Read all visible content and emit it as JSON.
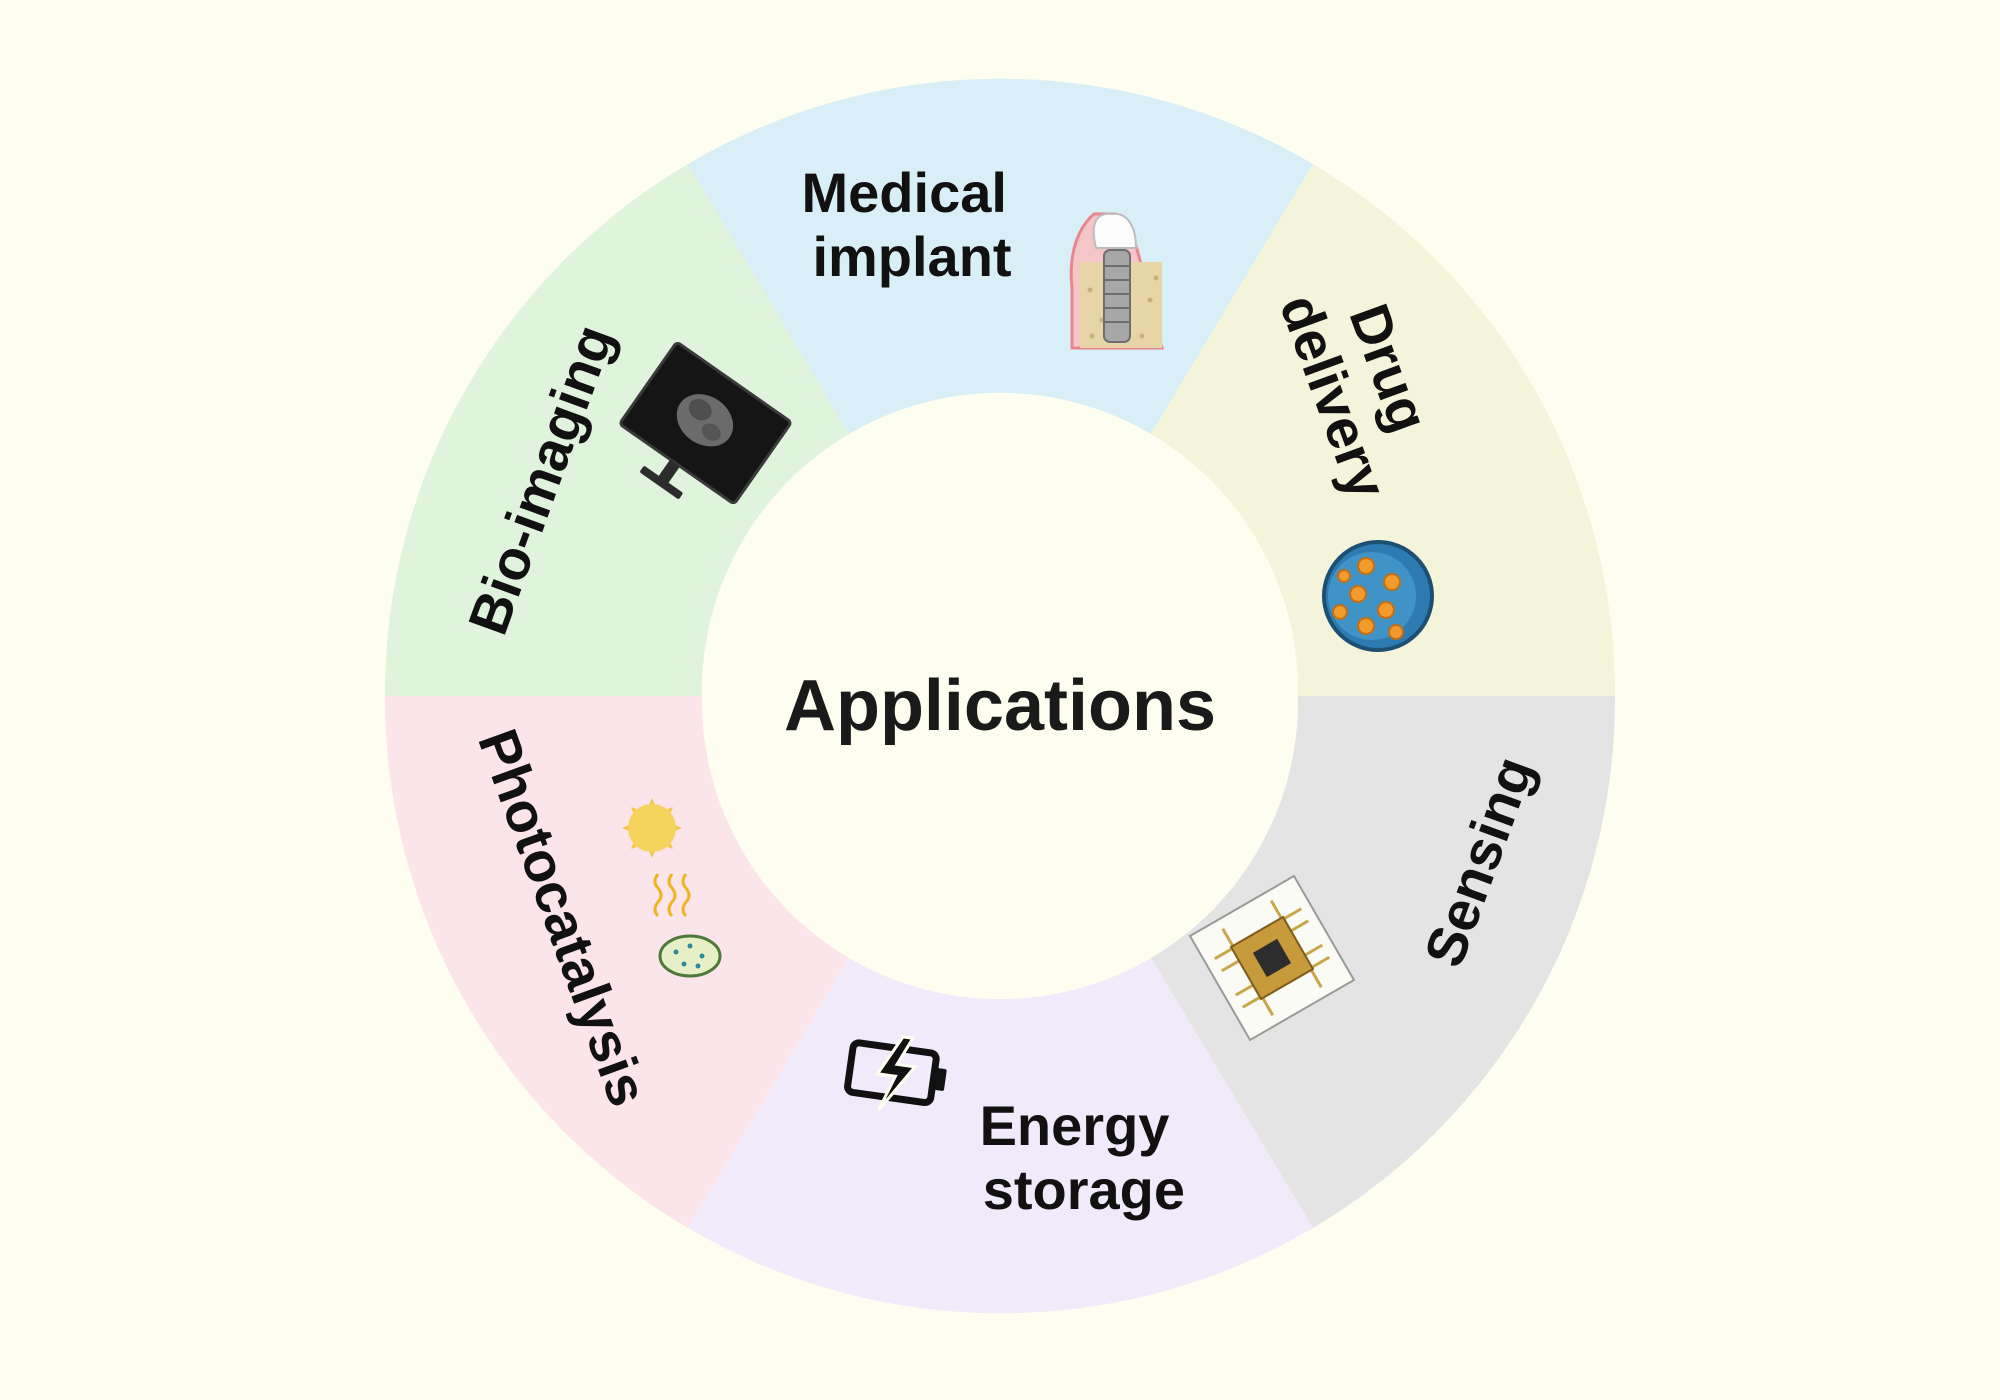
{
  "center": {
    "label": "Applications"
  },
  "colors": {
    "background": "#fefef0",
    "medical_implant": "#d9eff7",
    "drug_delivery": "#f3f4d9",
    "sensing": "#e4e4e4",
    "energy_storage": "#f0eafa",
    "photocatalysis": "#fbe4ea",
    "bio_imaging": "#e0f3dd"
  },
  "segments": [
    {
      "key": "medical_implant",
      "lines": [
        "Medical",
        "implant"
      ],
      "icon": "dental-implant-icon"
    },
    {
      "key": "drug_delivery",
      "lines": [
        "Drug",
        "delivery"
      ],
      "icon": "nanoparticle-drug-carrier-icon"
    },
    {
      "key": "sensing",
      "lines": [
        "Sensing"
      ],
      "icon": "sensor-chip-icon"
    },
    {
      "key": "energy_storage",
      "lines": [
        "Energy",
        "storage"
      ],
      "icon": "battery-charging-icon"
    },
    {
      "key": "photocatalysis",
      "lines": [
        "Photocatalysis"
      ],
      "icon": "sun-photocatalysis-icon"
    },
    {
      "key": "bio_imaging",
      "lines": [
        "Bio-imaging"
      ],
      "icon": "imaging-monitor-icon"
    }
  ]
}
